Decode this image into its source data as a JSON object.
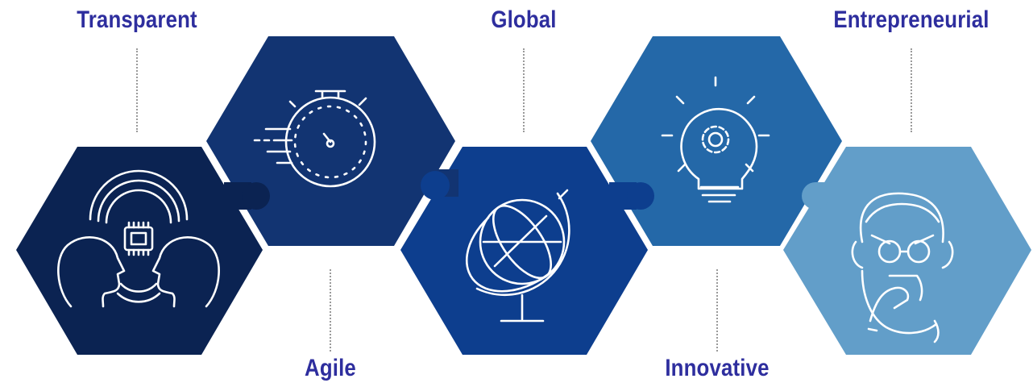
{
  "colors": {
    "label": "#2e2e9e",
    "hex1": "#0b2352",
    "hex2": "#123472",
    "hex3": "#0d3e8e",
    "hex4": "#2468a8",
    "hex5": "#629ec9"
  },
  "items": [
    {
      "label": "Transparent",
      "icon": "heads-chip-icon"
    },
    {
      "label": "Agile",
      "icon": "stopwatch-icon"
    },
    {
      "label": "Global",
      "icon": "globe-icon"
    },
    {
      "label": "Innovative",
      "icon": "lightbulb-gear-icon"
    },
    {
      "label": "Entrepreneurial",
      "icon": "thinking-man-icon"
    }
  ]
}
